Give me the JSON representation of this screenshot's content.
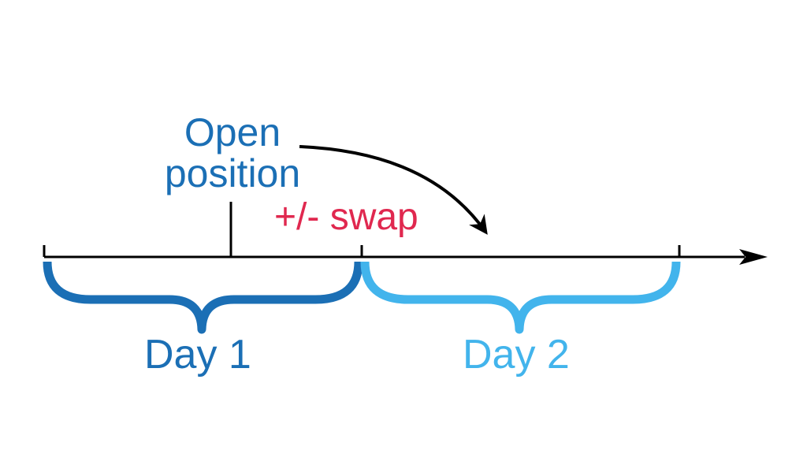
{
  "diagram": {
    "open_position_label": "Open position",
    "swap_label": "+/- swap",
    "day1_label": "Day 1",
    "day2_label": "Day 2"
  },
  "colors": {
    "day1": "#1b6fb5",
    "day2": "#42b4ec",
    "swap": "#e0284f",
    "line": "#000000"
  }
}
